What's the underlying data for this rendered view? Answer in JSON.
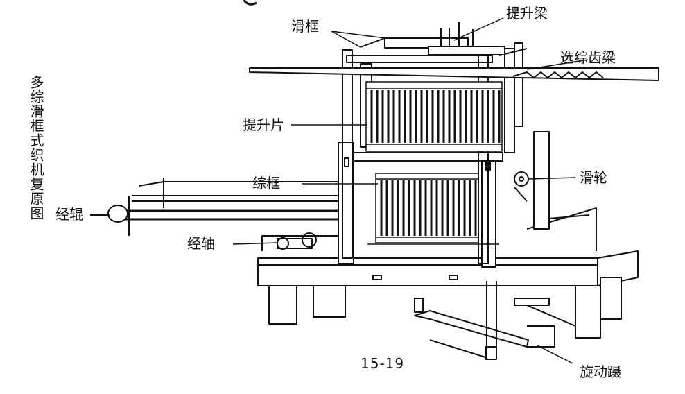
{
  "figure": {
    "vertical_title": "多综滑框式织机复原图",
    "figure_number": "15-19",
    "labels": {
      "huakuang": "滑框",
      "tishengliang": "提升梁",
      "xuanzong_chiliang": "选综齿梁",
      "tishengpian": "提升片",
      "hualun": "滑轮",
      "zongkuang": "综框",
      "jinggun": "经辊",
      "jingzhou": "经轴",
      "xuandongnie": "旋动蹑"
    }
  }
}
